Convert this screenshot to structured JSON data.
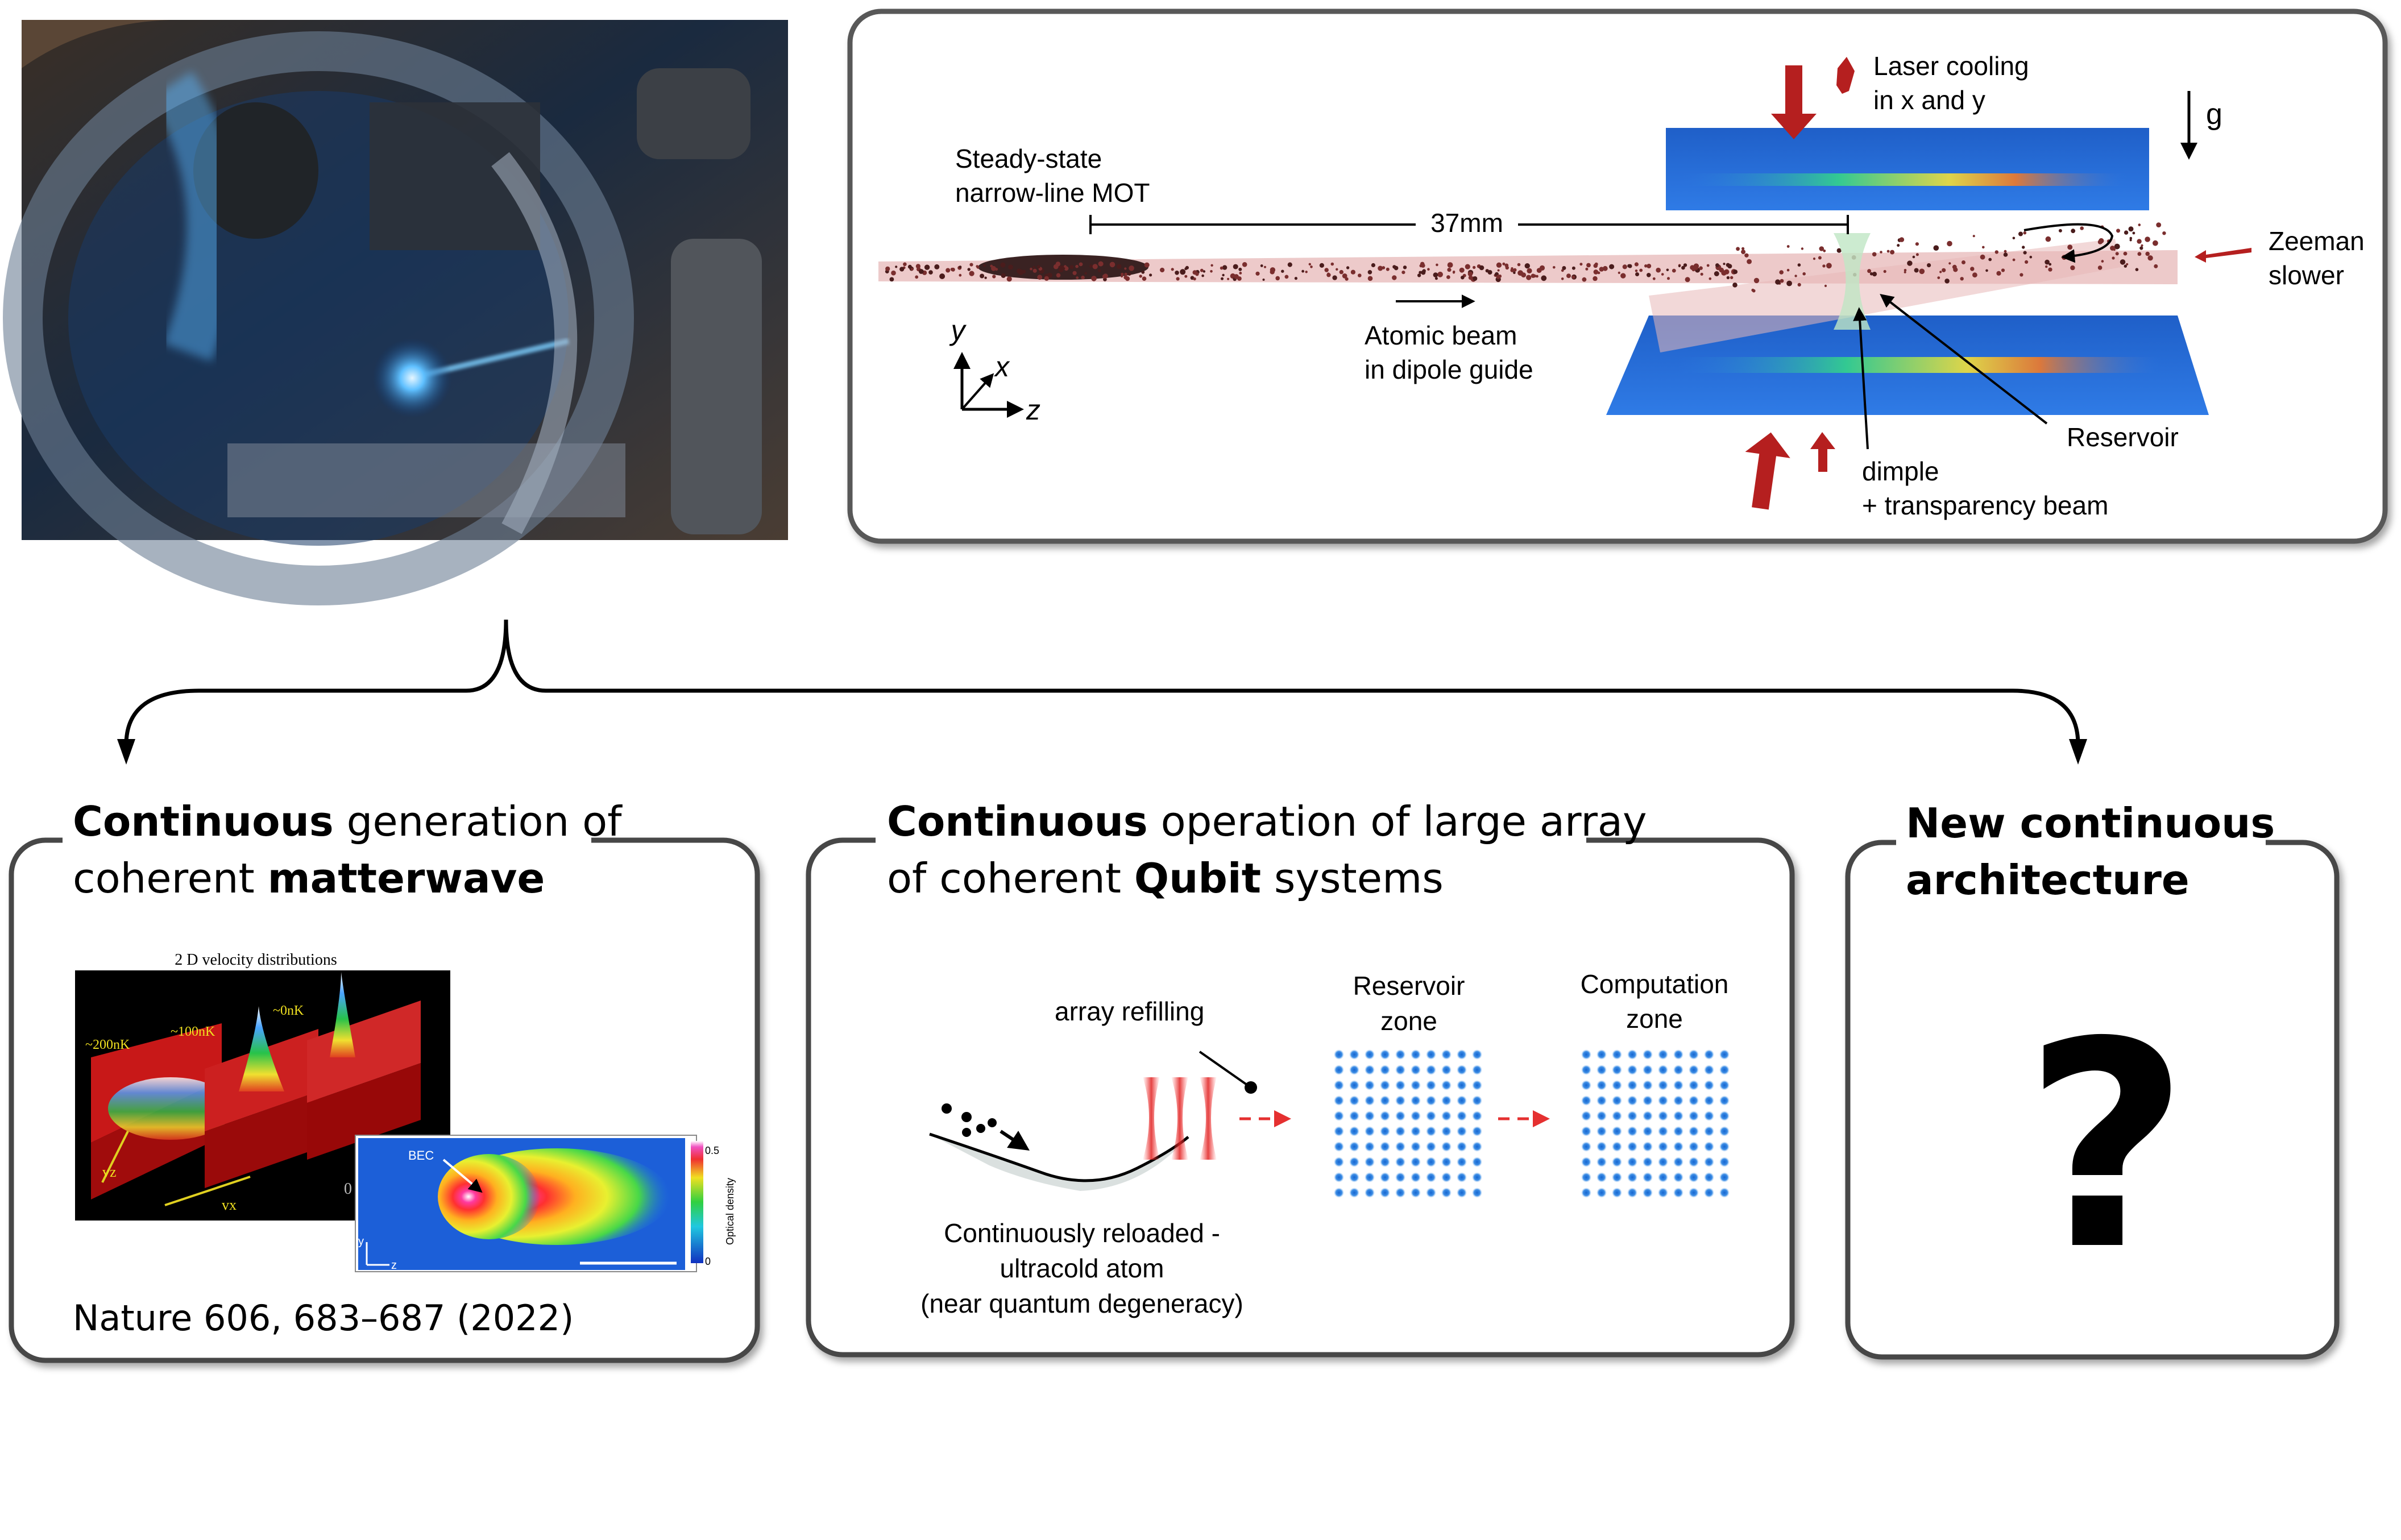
{
  "colors": {
    "frame": "#555555",
    "atom_dark": "#7a2e2e",
    "beam_pink": "#e7b8b8",
    "arrow_red": "#b51f1f",
    "dash_red": "#e53030",
    "lattice_blue": "#1f78d8",
    "photo_blue": "#3aa0ff"
  },
  "top_schematic": {
    "mot_label_1": "Steady-state",
    "mot_label_2": "narrow-line MOT",
    "distance": "37mm",
    "beam_label_1": "Atomic beam",
    "beam_label_2": "in dipole guide",
    "cooling_label_1": "Laser cooling",
    "cooling_label_2": "in x and y",
    "gravity": "g",
    "zeeman_1": "Zeeman",
    "zeeman_2": "slower",
    "reservoir": "Reservoir",
    "dimple_1": "dimple",
    "dimple_2": "+ transparency beam",
    "axis_y": "y",
    "axis_x": "x",
    "axis_z": "z"
  },
  "panels": {
    "matterwave": {
      "title_bold": "Continuous",
      "title_rest": " generation of",
      "title_line2_plain": "coherent ",
      "title_line2_bold": "matterwave",
      "plot_title": "2 D velocity distributions",
      "temp_1": "~200nK",
      "temp_2": "~100nK",
      "temp_3": "~0nK",
      "axis_vz": "vz",
      "axis_vx": "vx",
      "bec_label": "BEC",
      "colorbar_max": "0.5",
      "colorbar_min": "0",
      "colorbar_label": "Optical density",
      "inset_y": "y",
      "inset_z": "z",
      "zero_label": "0",
      "citation": "Nature 606, 683–687 (2022)"
    },
    "qubit": {
      "title_bold": "Continuous",
      "title_rest": " operation of large array",
      "title_line2_plain": "of coherent ",
      "title_line2_bold": "Qubit",
      "title_line2_end": " systems",
      "refill": "array refilling",
      "reservoir_1": "Reservoir",
      "reservoir_2": "zone",
      "computation_1": "Computation",
      "computation_2": "zone",
      "caption_1": "Continuously reloaded -",
      "caption_2": "ultracold atom",
      "caption_3": "(near quantum degeneracy)"
    },
    "architecture": {
      "title_1": "New continuous",
      "title_2": "architecture",
      "question": "?"
    }
  }
}
